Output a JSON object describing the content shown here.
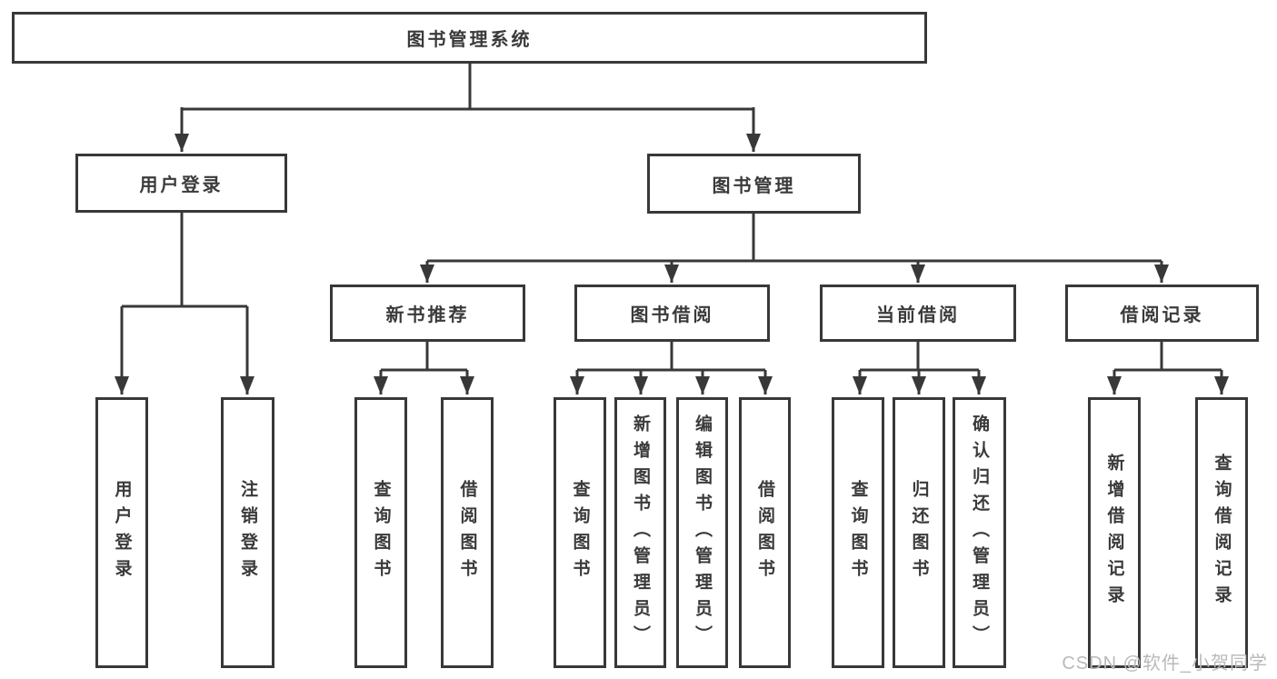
{
  "diagram": {
    "title": "图书管理系统",
    "line_color": "#3a3a3a",
    "box_border_color": "#383838",
    "background_color": "#ffffff",
    "branches": [
      {
        "label": "用户登录",
        "children": [
          {
            "label": "用户登录"
          },
          {
            "label": "注销登录"
          }
        ]
      },
      {
        "label": "图书管理",
        "children": [
          {
            "label": "新书推荐",
            "children": [
              {
                "label": "查询图书"
              },
              {
                "label": "借阅图书"
              }
            ]
          },
          {
            "label": "图书借阅",
            "children": [
              {
                "label": "查询图书"
              },
              {
                "label": "新增图书（管理员）"
              },
              {
                "label": "编辑图书（管理员）"
              },
              {
                "label": "借阅图书"
              }
            ]
          },
          {
            "label": "当前借阅",
            "children": [
              {
                "label": "查询图书"
              },
              {
                "label": "归还图书"
              },
              {
                "label": "确认归还（管理员）"
              }
            ]
          },
          {
            "label": "借阅记录",
            "children": [
              {
                "label": "新增借阅记录"
              },
              {
                "label": "查询借阅记录"
              }
            ]
          }
        ]
      }
    ]
  },
  "watermark": {
    "text": "CSDN @软件_小贺同学",
    "color": "#b9b9b9"
  }
}
